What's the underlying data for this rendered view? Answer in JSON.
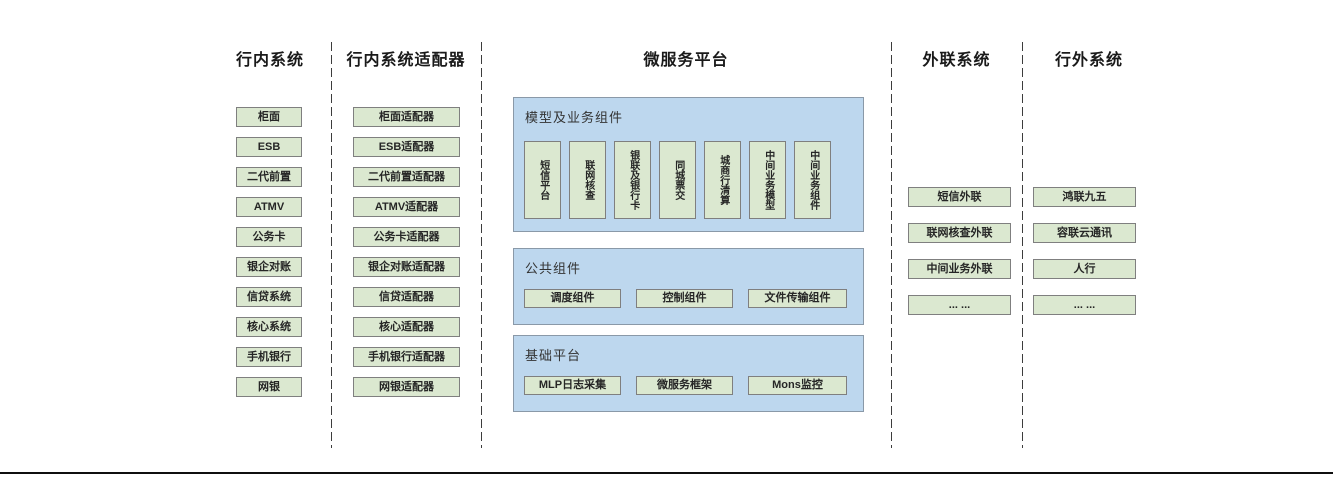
{
  "colors": {
    "green_box_bg": "#dbe8d0",
    "green_box_border": "#7f7f7f",
    "blue_panel_bg": "#bdd7ee",
    "blue_panel_border": "#8a99a8",
    "heading_text": "#1a1a1a",
    "box_text": "#262626",
    "dashed_line": "#3c3c3c",
    "bottom_rule": "#0f0f0f"
  },
  "columns": [
    {
      "id": "internal-systems",
      "title": "行内系统",
      "items": [
        "柜面",
        "ESB",
        "二代前置",
        "ATMV",
        "公务卡",
        "银企对账",
        "信贷系统",
        "核心系统",
        "手机银行",
        "网银"
      ]
    },
    {
      "id": "internal-system-adapters",
      "title": "行内系统适配器",
      "items": [
        "柜面适配器",
        "ESB适配器",
        "二代前置适配器",
        "ATMV适配器",
        "公务卡适配器",
        "银企对账适配器",
        "信贷适配器",
        "核心适配器",
        "手机银行适配器",
        "网银适配器"
      ]
    },
    {
      "id": "microservice-platform",
      "title": "微服务平台",
      "panels": [
        {
          "title": "模型及业务组件",
          "items": [
            "短信平台",
            "联网核查",
            "银联及银行卡",
            "同城票交",
            "城商行清算",
            "中间业务模型",
            "中间业务组件"
          ]
        },
        {
          "title": "公共组件",
          "items": [
            "调度组件",
            "控制组件",
            "文件传输组件"
          ]
        },
        {
          "title": "基础平台",
          "items": [
            "MLP日志采集",
            "微服务框架",
            "Mons监控"
          ]
        }
      ]
    },
    {
      "id": "external-link-systems",
      "title": "外联系统",
      "items": [
        "短信外联",
        "联网核查外联",
        "中间业务外联",
        "... ..."
      ]
    },
    {
      "id": "outside-bank-systems",
      "title": "行外系统",
      "items": [
        "鸿联九五",
        "容联云通讯",
        "人行",
        "... ..."
      ]
    }
  ]
}
